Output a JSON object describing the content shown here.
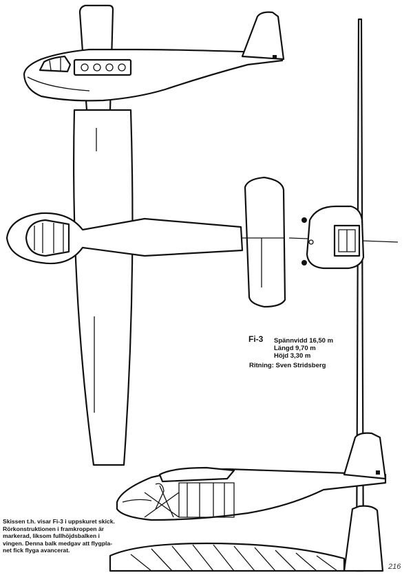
{
  "model": "Fi-3",
  "specs": [
    "Spännvidd 16,50 m",
    "Längd 9,70 m",
    "Höjd 3,30 m"
  ],
  "credit": "Ritning: Sven Stridsberg",
  "caption_lines": [
    "Skissen t.h. visar Fi-3 i uppskuret skick.",
    "Rörkonstruktionen i framkroppen är",
    "markerad, liksom fullhöjdsbalken i",
    "vingen. Denna balk medgav att flygpla-",
    "net fick flyga avancerat."
  ],
  "corner_mark": "216"
}
